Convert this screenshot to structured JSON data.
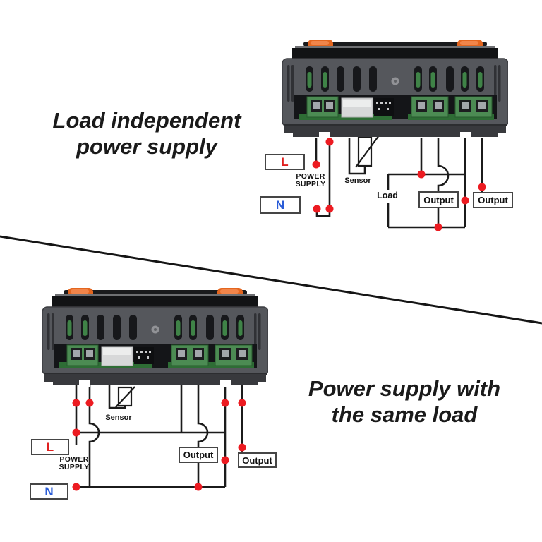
{
  "colors": {
    "background": "#ffffff",
    "wire": "#1b1b1b",
    "accent_red": "#ec1b21",
    "l_red": "#e0201f",
    "n_blue": "#2a5cd7",
    "box_border": "#454545",
    "device_body": "#55575c",
    "device_orange": "#e4661f",
    "terminal_green": "#4c8b53",
    "headline": "#1a1a1a"
  },
  "top_section": {
    "title_line1": "Load independent",
    "title_line2": "power supply",
    "l_label": "L",
    "n_label": "N",
    "power_supply_line1": "POWER",
    "power_supply_line2": "SUPPLY",
    "sensor_label": "Sensor",
    "load_label": "Load",
    "output_left_label": "Output",
    "output_right_label": "Output"
  },
  "bottom_section": {
    "title_line1": "Power supply with",
    "title_line2": "the same load",
    "l_label": "L",
    "n_label": "N",
    "power_supply_line1": "POWER",
    "power_supply_line2": "SUPPLY",
    "sensor_label": "Sensor",
    "output_left_label": "Output",
    "output_right_label": "Output"
  }
}
